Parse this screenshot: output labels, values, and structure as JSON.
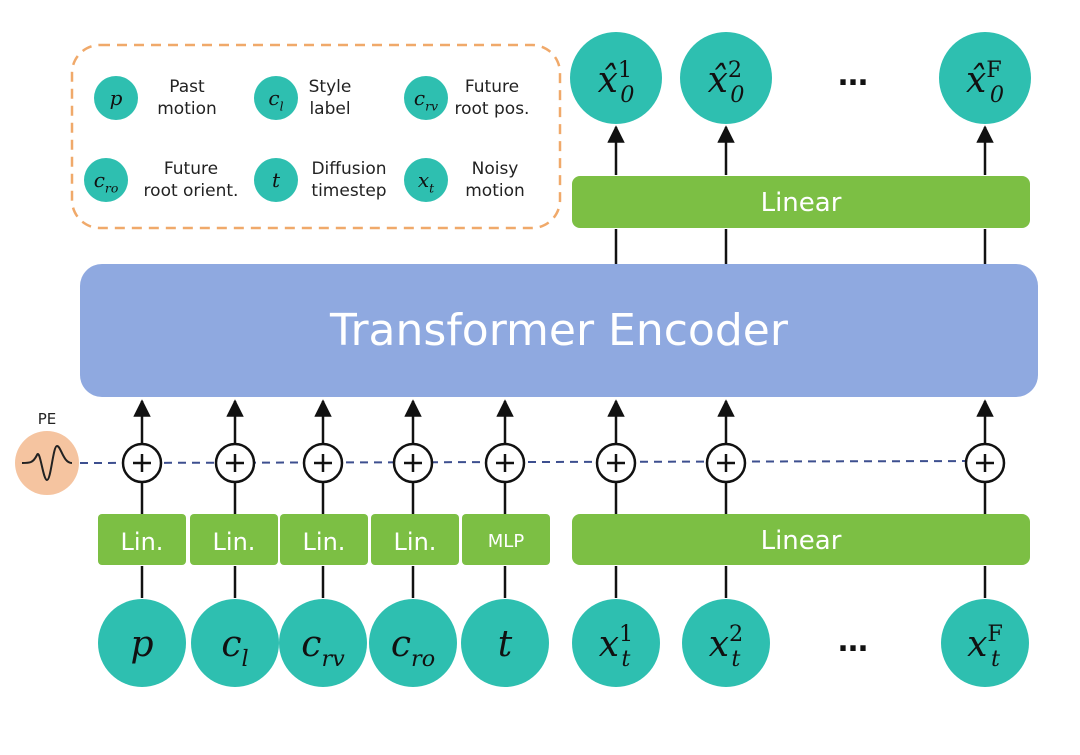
{
  "encoder": {
    "label": "Transformer Encoder"
  },
  "output_linear": {
    "label": "Linear"
  },
  "input_linear": {
    "label": "Linear"
  },
  "pe": {
    "label": "PE"
  },
  "colors": {
    "teal": "#2ebfb0",
    "green": "#7cbf44",
    "encoder_blue": "#8fa9e0",
    "pe_peach": "#f5c4a0",
    "legend_border": "#f0a96a",
    "dashed_line": "#3d4f8f"
  },
  "small_projections": [
    "Lin.",
    "Lin.",
    "Lin.",
    "Lin.",
    "MLP"
  ],
  "inputs": [
    {
      "symbol": "p",
      "sub": "",
      "sup": ""
    },
    {
      "symbol": "c",
      "sub": "l",
      "sup": ""
    },
    {
      "symbol": "c",
      "sub": "rv",
      "sup": ""
    },
    {
      "symbol": "c",
      "sub": "ro",
      "sup": ""
    },
    {
      "symbol": "t",
      "sub": "",
      "sup": ""
    },
    {
      "symbol": "x",
      "sub": "t",
      "sup": "1"
    },
    {
      "symbol": "x",
      "sub": "t",
      "sup": "2"
    },
    {
      "symbol": "x",
      "sub": "t",
      "sup": "F"
    }
  ],
  "outputs": [
    {
      "symbol": "x̂",
      "sub": "0",
      "sup": "1"
    },
    {
      "symbol": "x̂",
      "sub": "0",
      "sup": "2"
    },
    {
      "symbol": "x̂",
      "sub": "0",
      "sup": "F"
    }
  ],
  "ellipsis": "…",
  "legend": [
    {
      "symbol": "p",
      "sub": "",
      "lines": [
        "Past",
        "motion"
      ]
    },
    {
      "symbol": "c",
      "sub": "l",
      "lines": [
        "Style",
        "label"
      ]
    },
    {
      "symbol": "c",
      "sub": "rv",
      "lines": [
        "Future",
        "root pos."
      ]
    },
    {
      "symbol": "c",
      "sub": "ro",
      "lines": [
        "Future",
        "root orient."
      ]
    },
    {
      "symbol": "t",
      "sub": "",
      "lines": [
        "Diffusion",
        "timestep"
      ]
    },
    {
      "symbol": "x",
      "sub": "t",
      "lines": [
        "Noisy",
        "motion"
      ]
    }
  ]
}
